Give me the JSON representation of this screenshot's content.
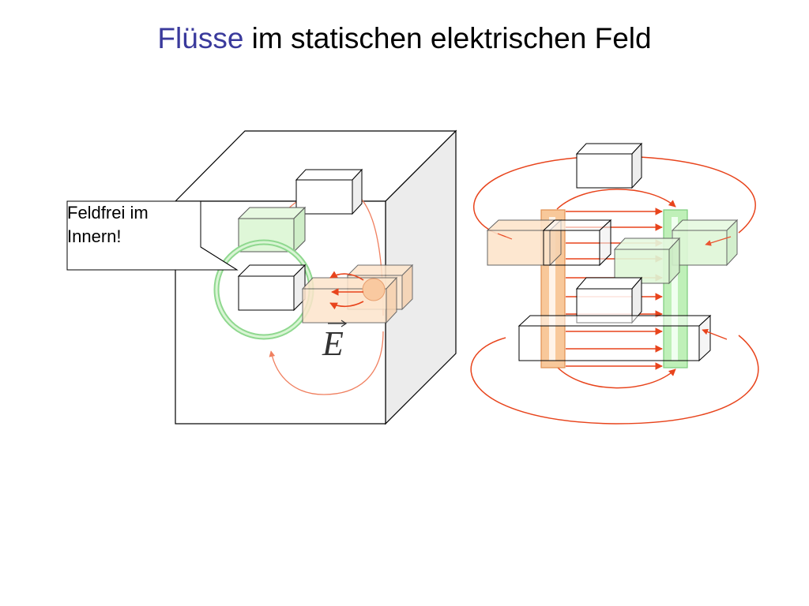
{
  "title": {
    "highlight": "Flüsse",
    "rest": " im statischen elektrischen Feld"
  },
  "callout": {
    "line1": "Feldfrei im",
    "line2": "Innern!"
  },
  "field_symbol": "E",
  "colors": {
    "title_accent": "#3a3a9c",
    "field_line": "#e8441c",
    "field_line_light": "#f08060",
    "green_fill": "#d8f5d0",
    "green_stroke": "#7ccc7c",
    "orange_fill": "#fde5cc",
    "orange_stroke": "#f0a060"
  }
}
